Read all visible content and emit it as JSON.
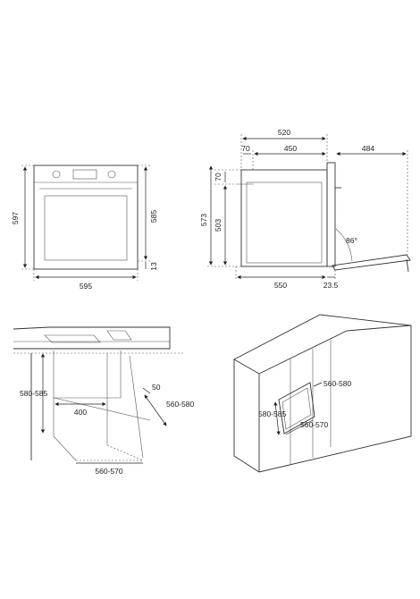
{
  "front_view": {
    "height_outer": "597",
    "height_inner": "585",
    "width": "595",
    "base_offset": "13"
  },
  "side_view": {
    "depth_total": "520",
    "front_offset": "70",
    "depth_body": "450",
    "door_open": "484",
    "top_offset": "70",
    "height_total": "573",
    "height_body": "503",
    "depth_bottom": "550",
    "door_thickness": "23.5",
    "door_angle": "86°"
  },
  "under_counter": {
    "height": "580-585",
    "depth_gap": "50",
    "width_inner": "400",
    "depth": "560-580",
    "width_niche": "560-570"
  },
  "column_install": {
    "depth": "560-580",
    "height": "580-585",
    "width": "560-570"
  }
}
